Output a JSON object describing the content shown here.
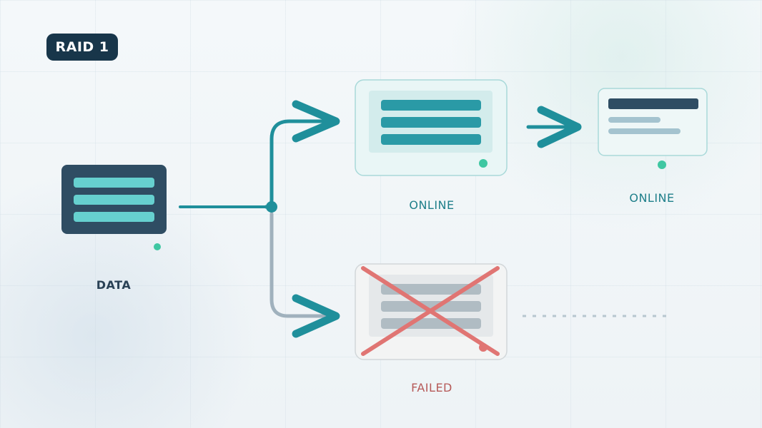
{
  "badge": {
    "text": "RAID 1"
  },
  "nodes": {
    "source": {
      "label": "DATA"
    },
    "mirror_primary": {
      "label": "ONLINE",
      "status": "online"
    },
    "mirror_secondary": {
      "label": "ONLINE",
      "status": "online"
    },
    "mirror_failed": {
      "label": "FAILED",
      "status": "failed"
    }
  },
  "colors": {
    "teal": "#1f8f9b",
    "teal_light": "#66d0cf",
    "navy": "#2f4d63",
    "status_green": "#3fc7a2",
    "failed_red": "#e07573",
    "failed_text": "#b65a58",
    "inactive_gray": "#a0b1bd"
  }
}
